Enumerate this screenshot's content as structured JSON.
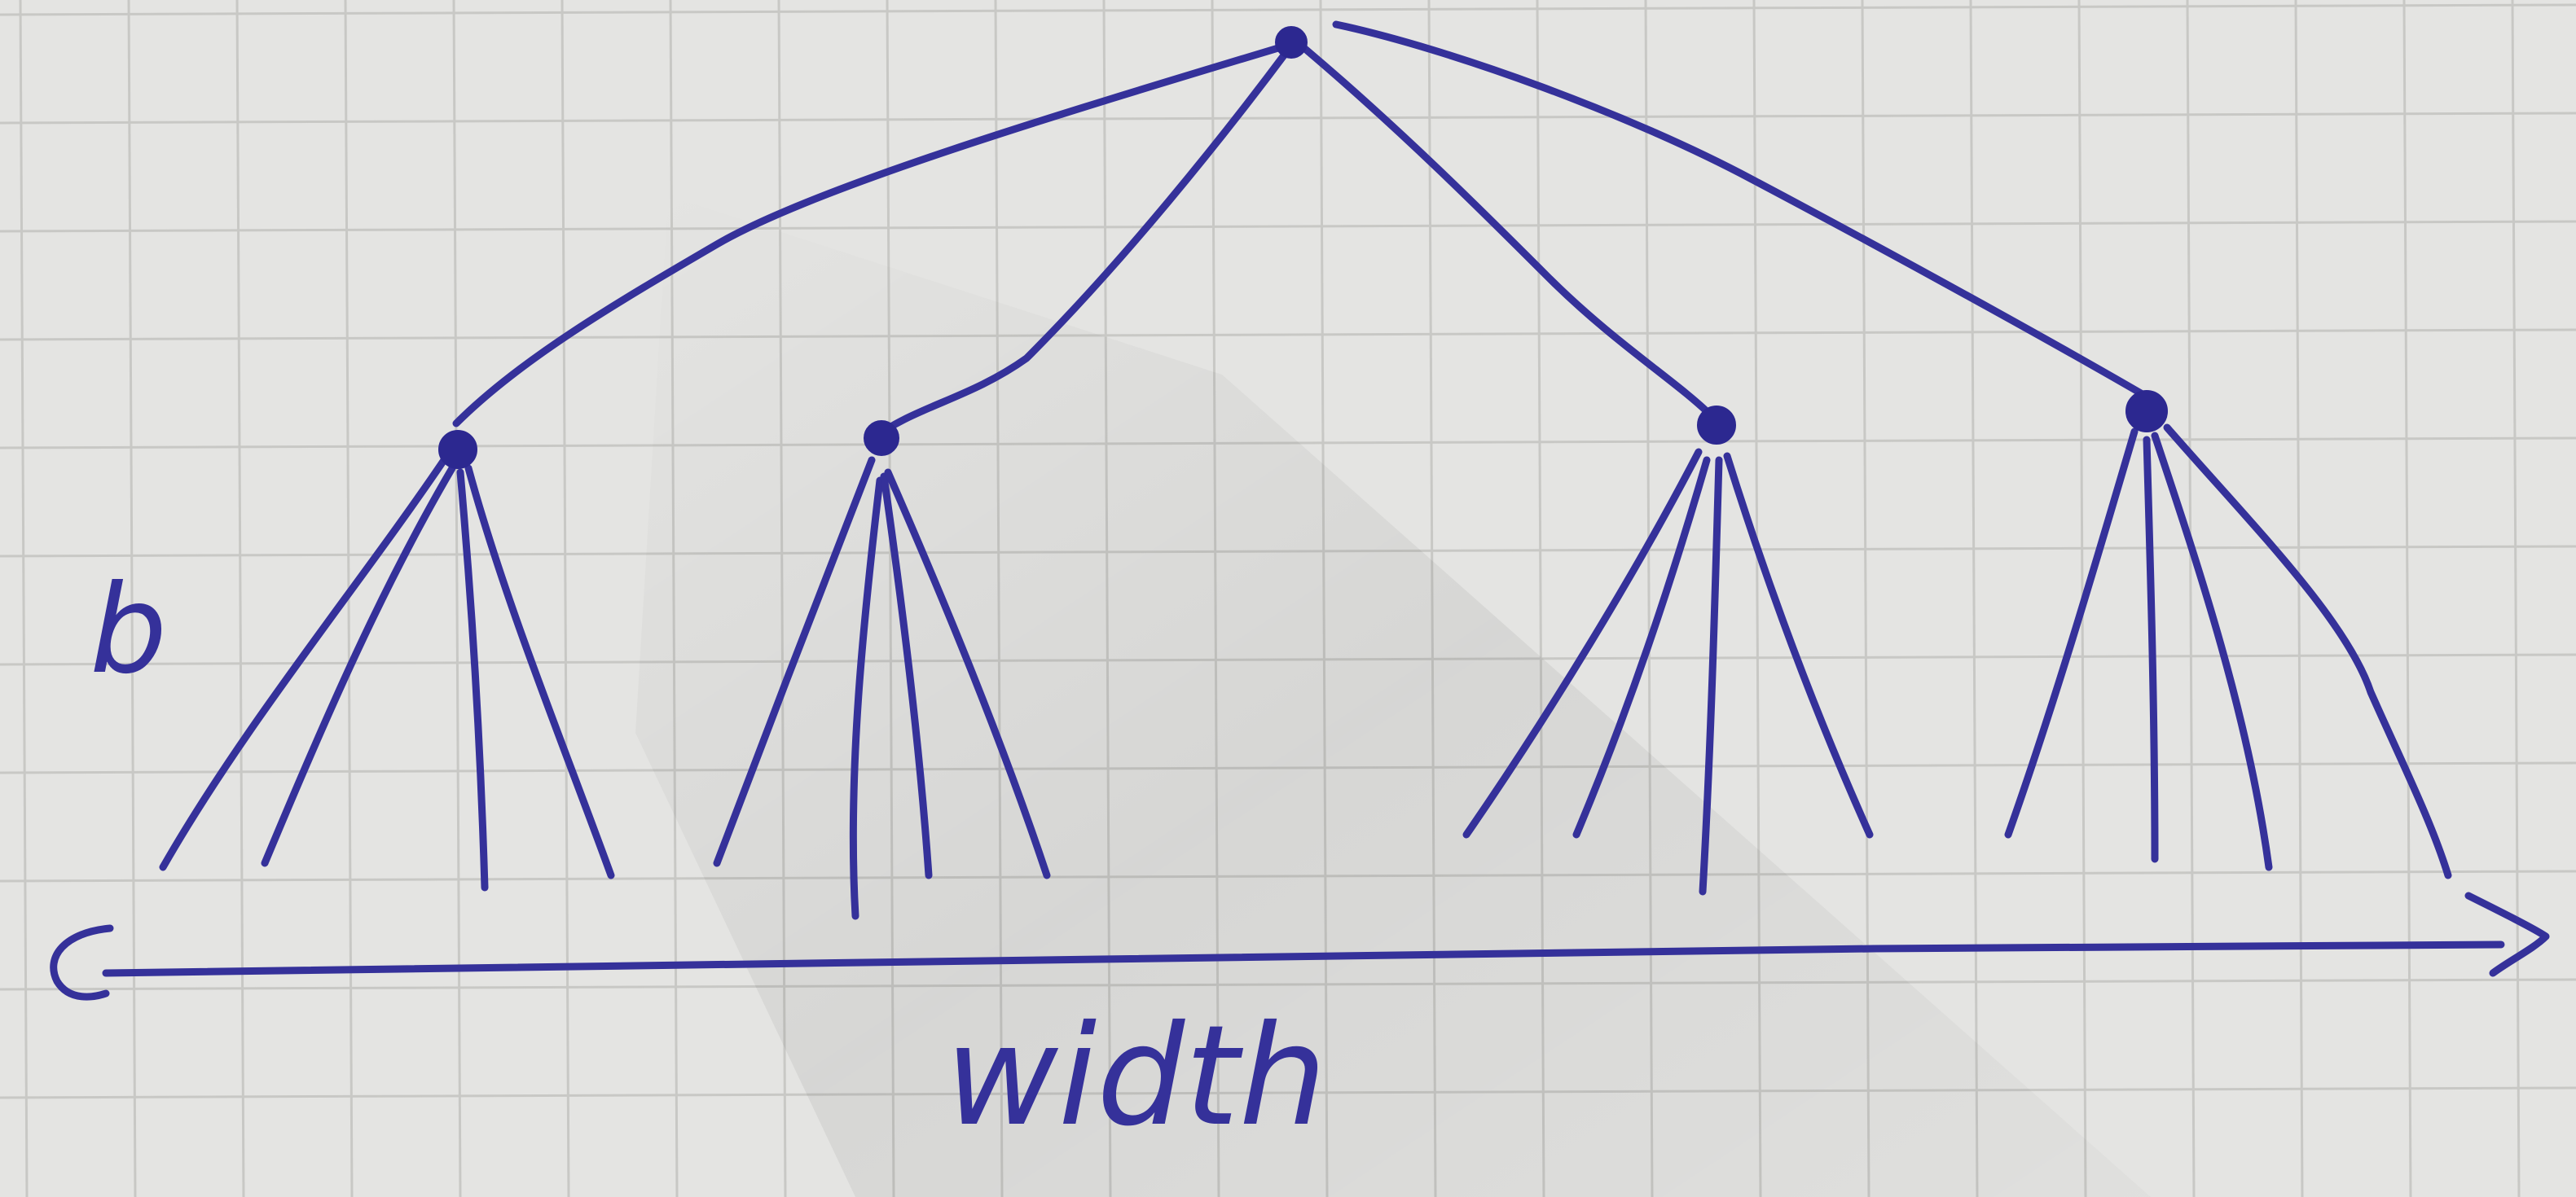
{
  "diagram": {
    "kind": "tree",
    "levels": 3,
    "root": {
      "children": [
        {
          "leaf_count": 4
        },
        {
          "leaf_count": 4
        },
        {
          "leaf_count": 4
        },
        {
          "leaf_count": 4
        }
      ]
    },
    "labels": {
      "branching_factor": "b",
      "width": "width"
    },
    "ink_color": "#35319a",
    "paper_color": "#e4e4e2",
    "grid_color": "#c8c8c5"
  }
}
